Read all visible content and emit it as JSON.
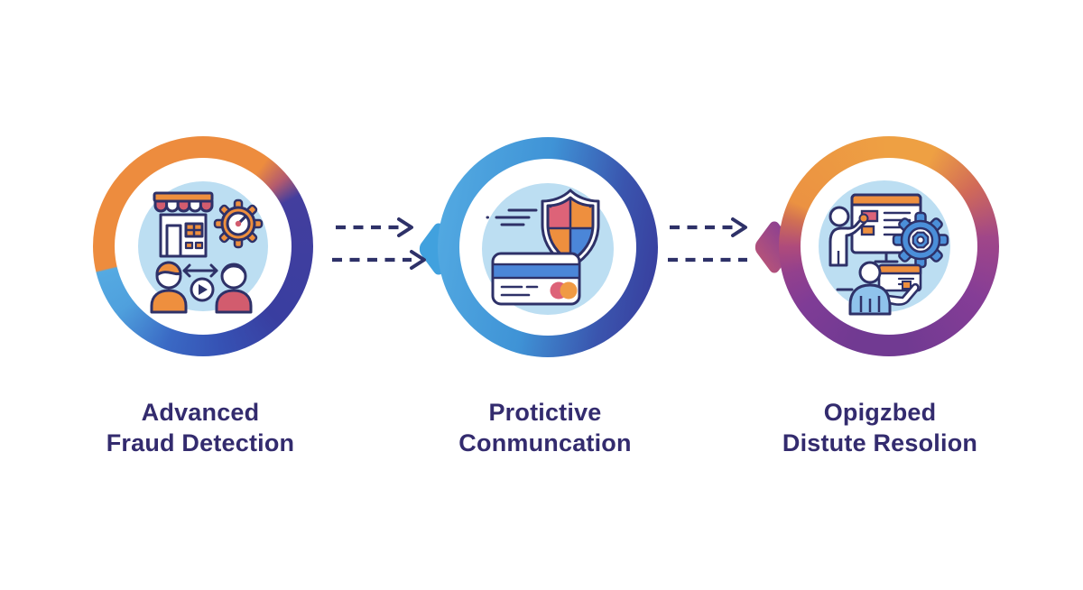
{
  "background_color": "#FFFFFF",
  "palette": {
    "white": "#FFFFFF",
    "navy_outline": "#2E3168",
    "text_navy": "#332B6E",
    "orange": "#EE8F3E",
    "crimson": "#D25C6E",
    "pink": "#DD6378",
    "indigo": "#3A3F9E",
    "mid_blue": "#3560BD",
    "light_blue": "#4FA7E1",
    "sky_bg": "#BCDEF2",
    "card_blue": "#4B86D8",
    "gear_blue": "#4B8FD9",
    "body_blue": "#8FC3EC",
    "purple": "#853D96",
    "magenta": "#A8457F"
  },
  "steps": [
    {
      "name": "step-1",
      "label_line1": "Advanced",
      "label_line2": "Fraud Detection",
      "icon": "marketplace-store-gauge-buyer-seller-icon",
      "ring_gradient": [
        "#ED8C3E",
        "#3A3F9E",
        "#3560BD",
        "#55AAE2"
      ]
    },
    {
      "name": "step-2",
      "label_line1": "Protictive",
      "label_line2": "Conmuncation",
      "icon": "credit-card-shield-icon",
      "ring_gradient": [
        "#55ACE3",
        "#3F93D6",
        "#38399A"
      ]
    },
    {
      "name": "step-3",
      "label_line1": "Opigzbed",
      "label_line2": "Distute Resolion",
      "icon": "presentation-gear-support-agent-icon",
      "ring_gradient": [
        "#EEA043",
        "#A04689",
        "#713A92",
        "#AF4B7B"
      ]
    }
  ],
  "connectors": [
    {
      "name": "connector-1",
      "type": "double-dashed-arrow",
      "direction": "right",
      "diamond_color": "#41A1DE"
    },
    {
      "name": "connector-2",
      "type": "double-dashed-arrow",
      "direction": "right",
      "diamond_color": "#8E4190"
    }
  ]
}
